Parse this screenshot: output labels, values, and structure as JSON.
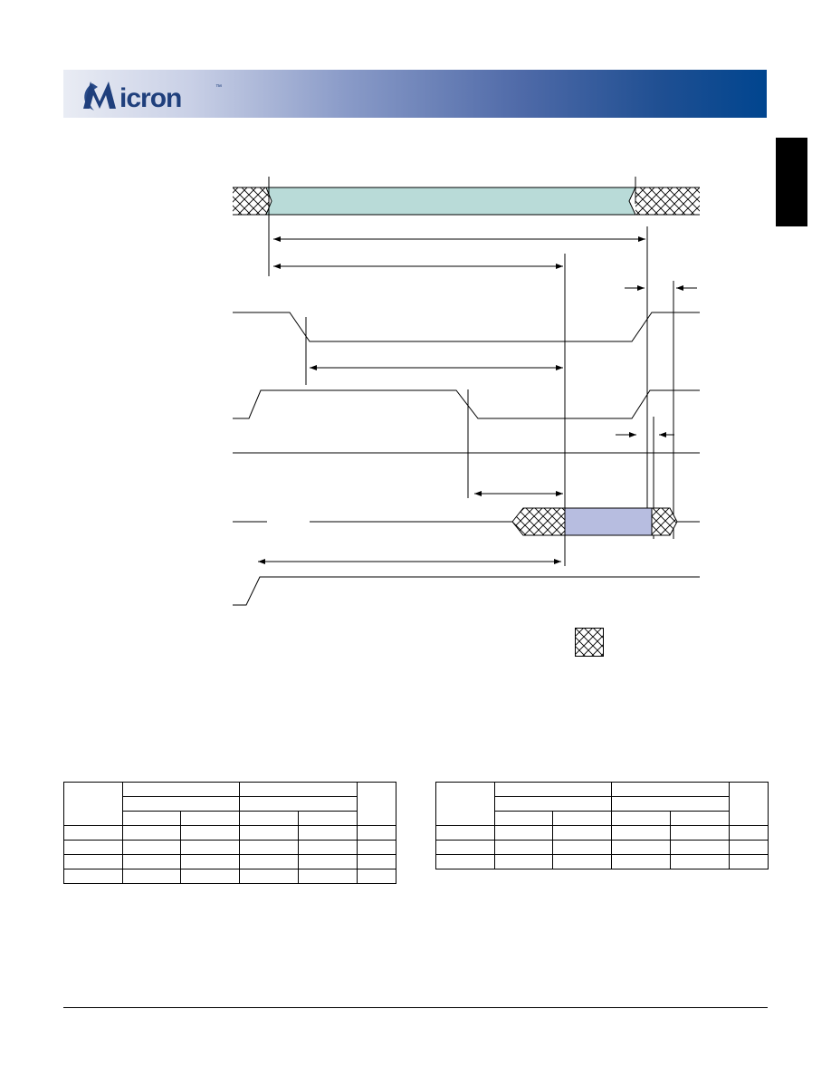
{
  "header": {
    "logo_text": "Micron",
    "logo_trademark": "™",
    "brand_color": "#00458f",
    "logo_color": "#1a3a78"
  },
  "side_tab": {
    "color": "#000000"
  },
  "timing_diagram": {
    "valid_fill_color": "#b9dbd8",
    "output_fill_color": "#b7bde0",
    "dont_care_pattern": "crosshatch"
  },
  "legend": {
    "swatch": "crosshatch"
  },
  "tables": {
    "left": {
      "body_rows": 4,
      "columns": 6
    },
    "right": {
      "body_rows": 3,
      "columns": 6
    }
  }
}
